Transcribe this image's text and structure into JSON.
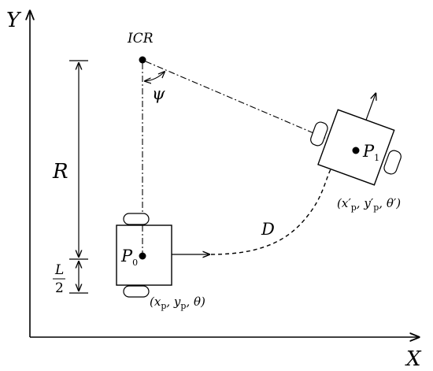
{
  "axes": {
    "x_label": "X",
    "y_label": "Y"
  },
  "labels": {
    "icr": "ICR",
    "psi": "ψ",
    "radius": "R",
    "half_length_num": "L",
    "half_length_den": "2",
    "path": "D"
  },
  "robot_start": {
    "point_letter": "P",
    "point_index": "0",
    "pose_parts": [
      "(",
      "x",
      "p",
      ", ",
      "y",
      "p",
      ", ",
      "θ",
      ")"
    ]
  },
  "robot_end": {
    "point_letter": "P",
    "point_index": "1",
    "pose_parts": [
      "(",
      "x′",
      "p",
      ", ",
      "y′",
      "p",
      ", ",
      "θ′",
      ")"
    ]
  }
}
